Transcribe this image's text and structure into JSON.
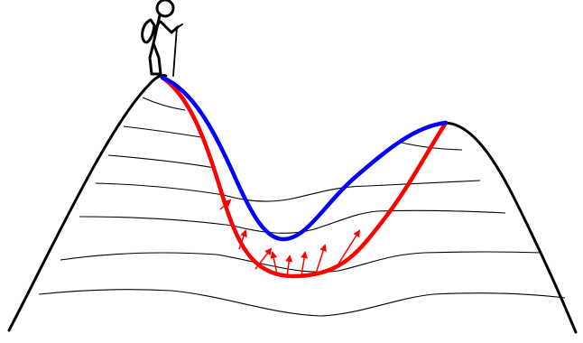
{
  "colors": {
    "background": "#ffffff",
    "outline": "#000000",
    "blue_path": "#0000ff",
    "red_path": "#ff0000"
  },
  "elements": {
    "hiker": "hiker-with-backpack-icon",
    "mountain": "two-peak-mountain",
    "contours": "contour-lines",
    "blue_path": "direct-descent-path",
    "red_path": "deeper-descent-path",
    "arrows": "upward-arrows"
  }
}
